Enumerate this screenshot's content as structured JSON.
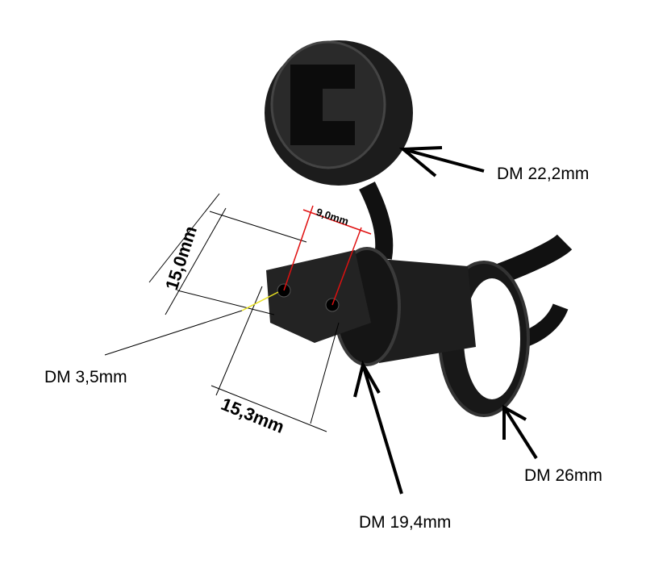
{
  "labels": {
    "cap_diameter": "DM 22,2mm",
    "pin_spacing": "9,0mm",
    "height": "15,0mm",
    "pin_diameter": "DM 3,5mm",
    "width": "15,3mm",
    "plug_diameter": "DM 19,4mm",
    "nut_diameter": "DM 26mm"
  },
  "colors": {
    "dimension_red": "#e01010",
    "connector": "#1a1a1a",
    "pin_arrow": "#e8e020"
  }
}
